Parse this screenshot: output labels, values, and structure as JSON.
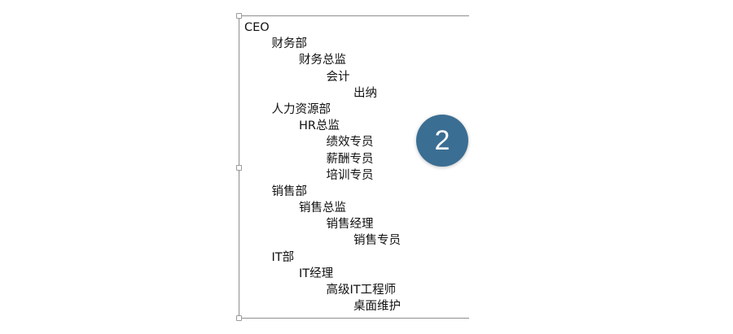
{
  "outline": {
    "items": [
      {
        "label": "CEO",
        "level": 0
      },
      {
        "label": "财务部",
        "level": 1
      },
      {
        "label": "财务总监",
        "level": 2
      },
      {
        "label": "会计",
        "level": 3
      },
      {
        "label": "出纳",
        "level": 4
      },
      {
        "label": "人力资源部",
        "level": 1
      },
      {
        "label": "HR总监",
        "level": 2
      },
      {
        "label": "绩效专员",
        "level": 3
      },
      {
        "label": "薪酬专员",
        "level": 3
      },
      {
        "label": "培训专员",
        "level": 3
      },
      {
        "label": "销售部",
        "level": 1
      },
      {
        "label": "销售总监",
        "level": 2
      },
      {
        "label": "销售经理",
        "level": 3
      },
      {
        "label": "销售专员",
        "level": 4
      },
      {
        "label": "IT部",
        "level": 1
      },
      {
        "label": "IT经理",
        "level": 2
      },
      {
        "label": "高级IT工程师",
        "level": 3
      },
      {
        "label": "桌面维护",
        "level": 4
      }
    ]
  },
  "badge": {
    "number": "2",
    "color": "#3b6e93"
  }
}
